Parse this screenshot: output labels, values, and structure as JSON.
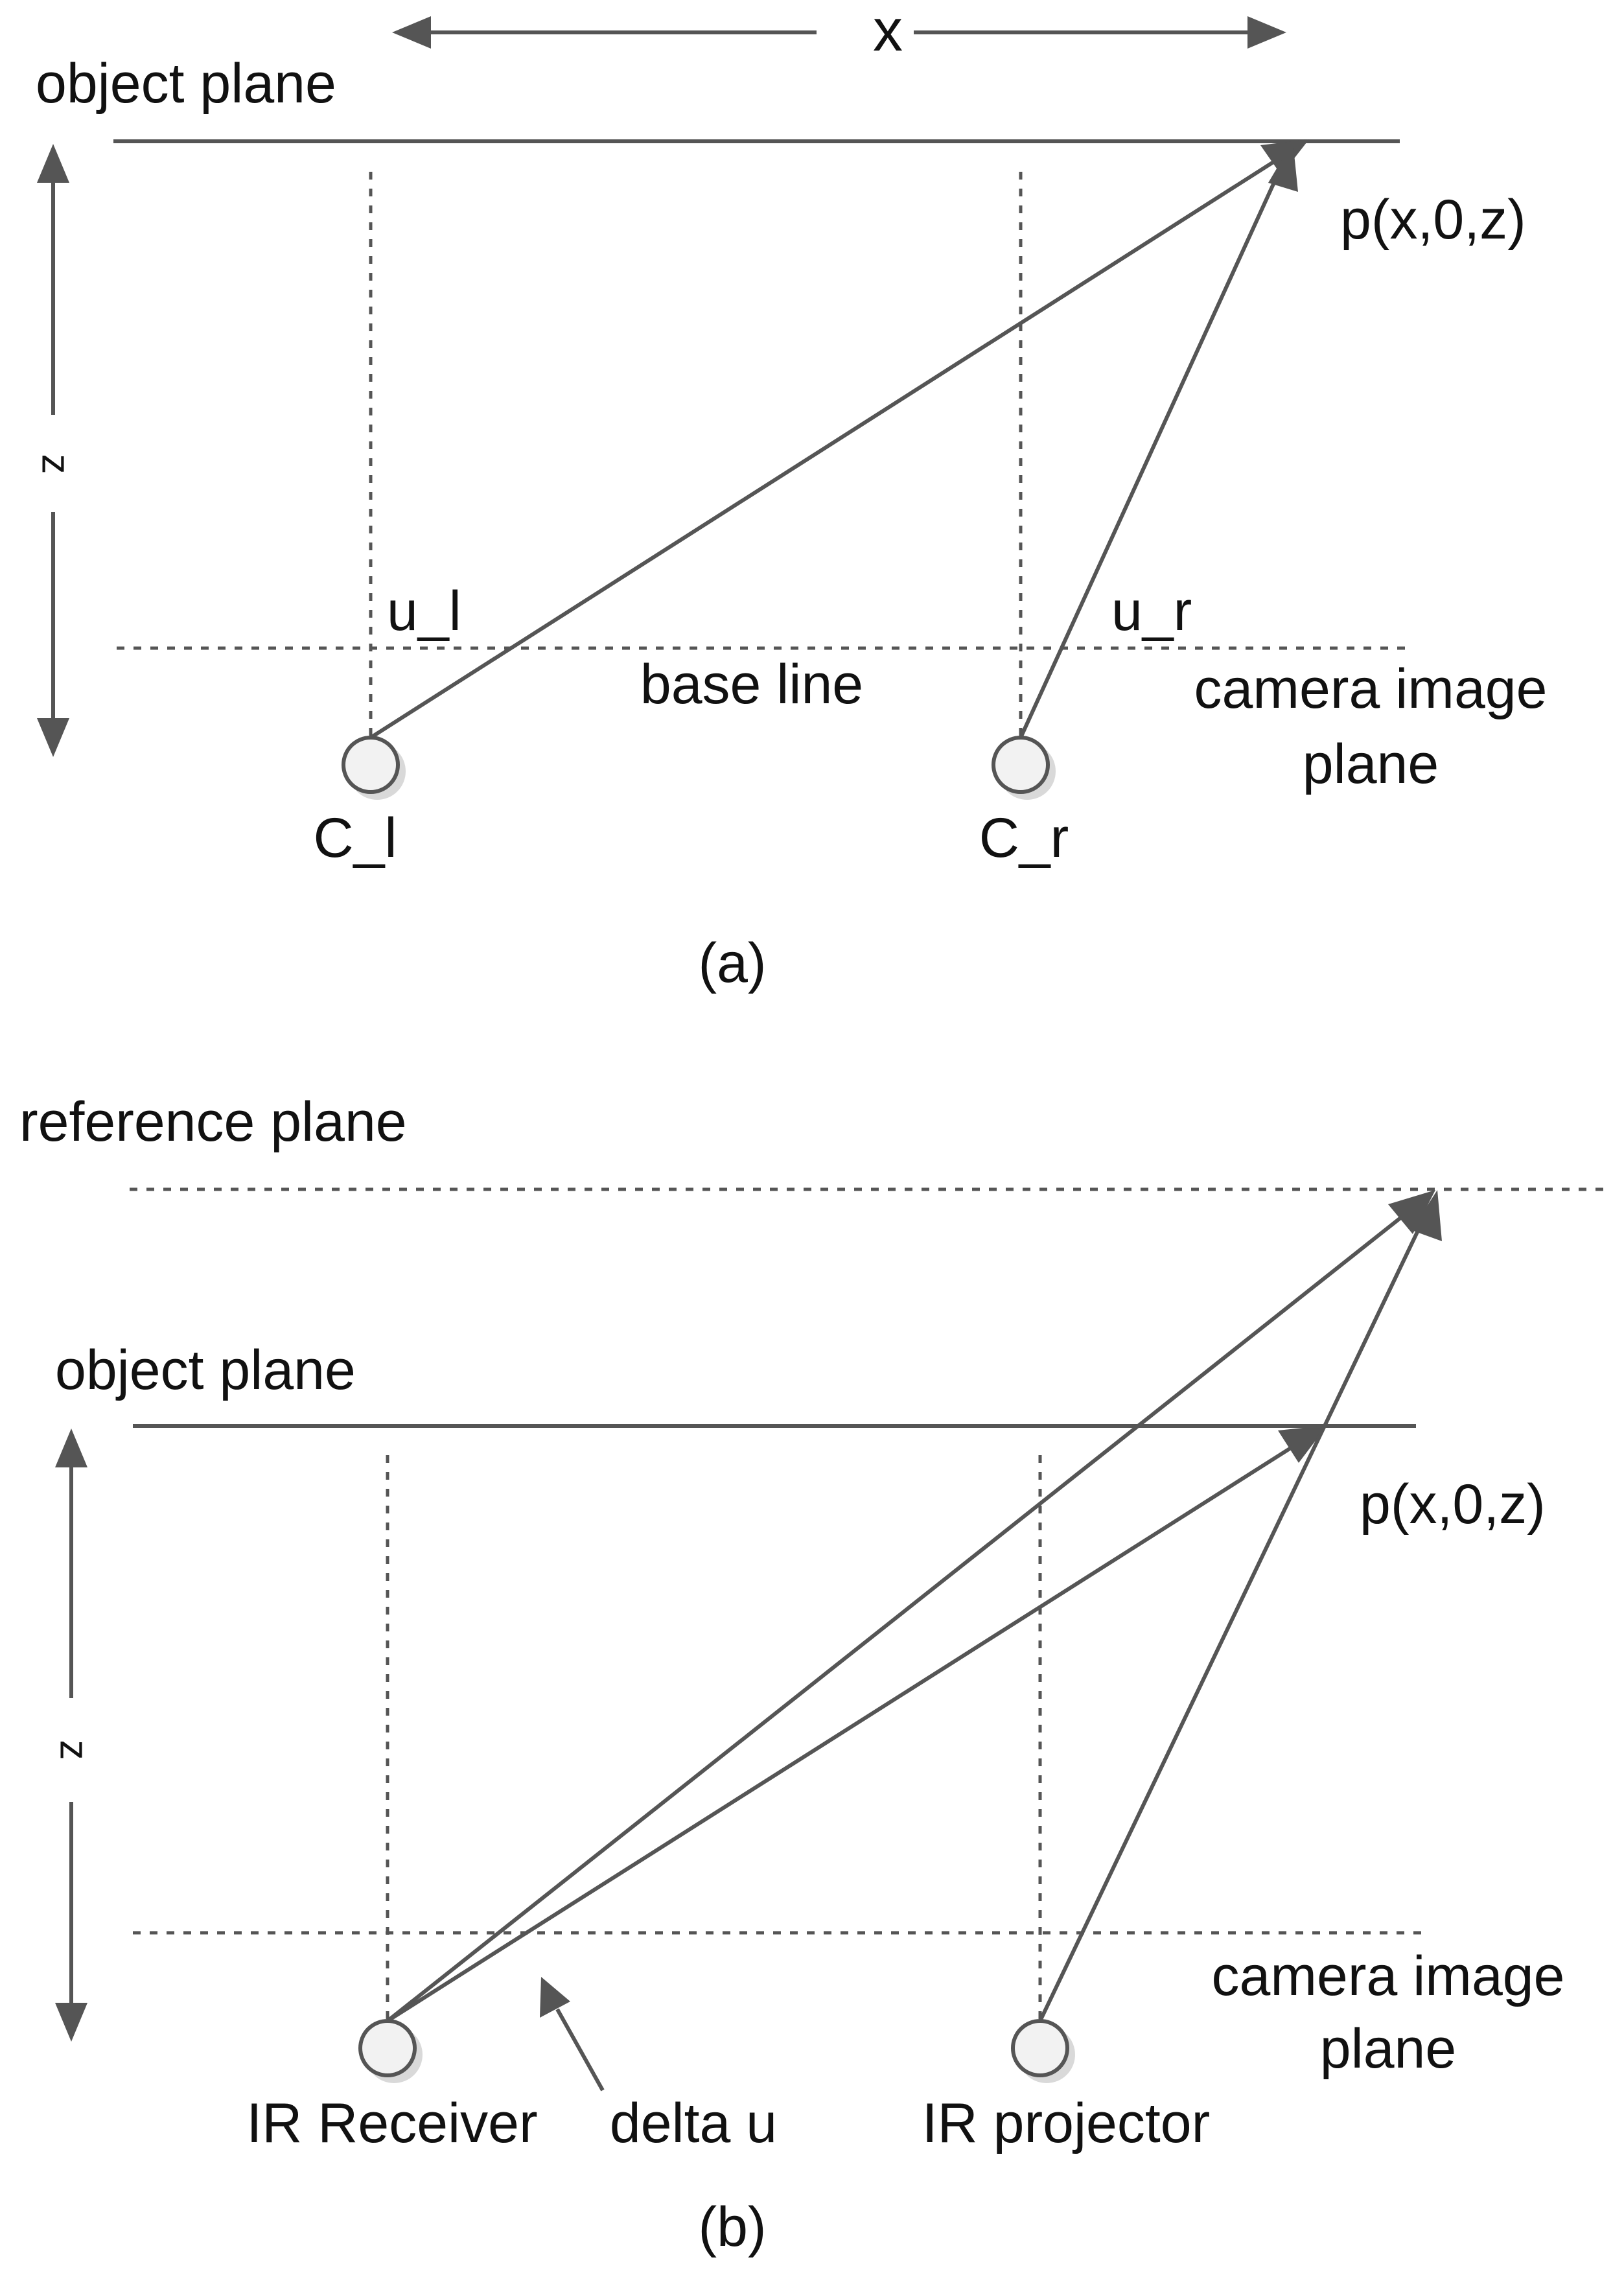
{
  "panel_a": {
    "label": "(a)",
    "x_axis_label": "x",
    "z_axis_label": "z",
    "object_plane": "object plane",
    "point": "p(x,0,z)",
    "u_left": "u_l",
    "u_right": "u_r",
    "base_line": "base line",
    "image_plane_line1": "camera image",
    "image_plane_line2": "plane",
    "camera_left": "C_l",
    "camera_right": "C_r"
  },
  "panel_b": {
    "label": "(b)",
    "z_axis_label": "z",
    "reference_plane": "reference plane",
    "object_plane": "object plane",
    "point": "p(x,0,z)",
    "image_plane_line1": "camera image",
    "image_plane_line2": "plane",
    "receiver": "IR Receiver",
    "delta": "delta u",
    "projector": "IR projector"
  }
}
